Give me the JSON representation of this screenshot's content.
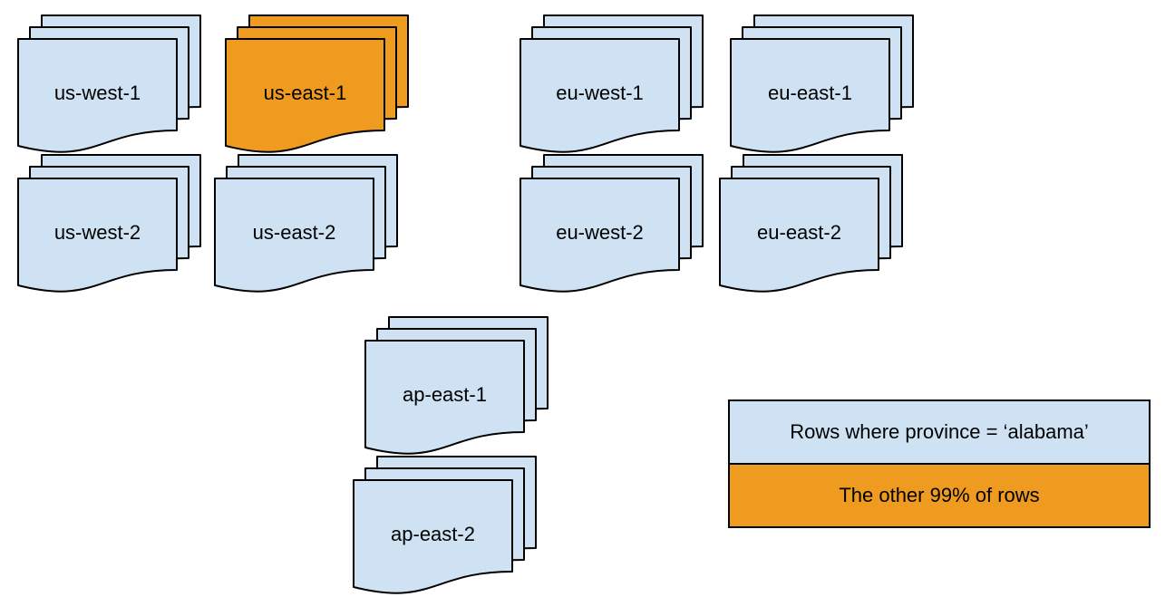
{
  "colors": {
    "blue": "#cfe2f3",
    "orange": "#ef9b20",
    "stroke": "#000000"
  },
  "regions": [
    {
      "id": "us-west-1",
      "label": "us-west-1",
      "variant": "blue"
    },
    {
      "id": "us-east-1",
      "label": "us-east-1",
      "variant": "orange"
    },
    {
      "id": "eu-west-1",
      "label": "eu-west-1",
      "variant": "blue"
    },
    {
      "id": "eu-east-1",
      "label": "eu-east-1",
      "variant": "blue"
    },
    {
      "id": "us-west-2",
      "label": "us-west-2",
      "variant": "blue"
    },
    {
      "id": "us-east-2",
      "label": "us-east-2",
      "variant": "blue"
    },
    {
      "id": "eu-west-2",
      "label": "eu-west-2",
      "variant": "blue"
    },
    {
      "id": "eu-east-2",
      "label": "eu-east-2",
      "variant": "blue"
    },
    {
      "id": "ap-east-1",
      "label": "ap-east-1",
      "variant": "blue"
    },
    {
      "id": "ap-east-2",
      "label": "ap-east-2",
      "variant": "blue"
    }
  ],
  "legend": {
    "items": [
      {
        "label": "Rows where province = ‘alabama’",
        "variant": "blue"
      },
      {
        "label": "The other 99% of rows",
        "variant": "orange"
      }
    ]
  }
}
